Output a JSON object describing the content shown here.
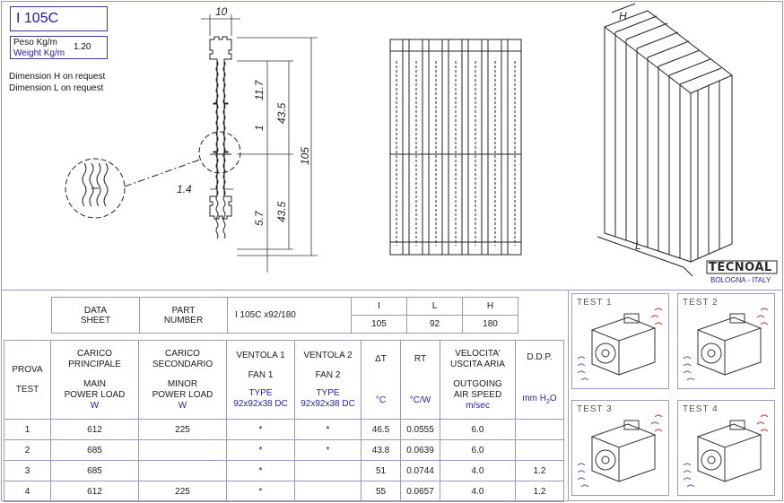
{
  "header": {
    "title": "I 105C",
    "weight_label_it": "Peso Kg/m",
    "weight_label_en": "Weight Kg/m",
    "weight_value": "1.20",
    "note_h": "Dimension H on request",
    "note_l": "Dimension L on request"
  },
  "dimensions": {
    "width": "10",
    "d1": "11.7",
    "d2": "43.5",
    "d3": "1",
    "total": "105",
    "d4": "1.4",
    "d5": "5.7",
    "d6": "43.5",
    "iso_h": "H",
    "iso_l": "L"
  },
  "brand": {
    "name": "TECNOAL",
    "location": "BOLOGNA - ITALY"
  },
  "data_sheet": {
    "label_it": "DATA",
    "label_en": "SHEET",
    "part_it": "PART",
    "part_en": "NUMBER",
    "part_value": "I 105C x92/180",
    "col_i": "I",
    "col_l": "L",
    "col_h": "H",
    "val_i": "105",
    "val_l": "92",
    "val_h": "180"
  },
  "table": {
    "headers": {
      "test": [
        "PROVA",
        "TEST"
      ],
      "main": [
        "CARICO",
        "PRINCIPALE",
        "MAIN",
        "POWER LOAD",
        "W"
      ],
      "minor": [
        "CARICO",
        "SECONDARIO",
        "MINOR",
        "POWER LOAD",
        "W"
      ],
      "fan1": [
        "VENTOLA 1",
        "FAN 1",
        "TYPE",
        "92x92x38 DC"
      ],
      "fan2": [
        "VENTOLA 2",
        "FAN 2",
        "TYPE",
        "92x92x38 DC"
      ],
      "dt": [
        "ΔT",
        "°C"
      ],
      "rt": [
        "RT",
        "°C/W"
      ],
      "speed": [
        "VELOCITA'",
        "USCITA ARIA",
        "OUTGOING",
        "AIR SPEED",
        "m/sec"
      ],
      "ddp": [
        "D.D.P.",
        "mm H",
        "2",
        "O"
      ]
    },
    "rows": [
      [
        "1",
        "612",
        "225",
        "*",
        "*",
        "46.5",
        "0.0555",
        "6.0",
        ""
      ],
      [
        "2",
        "685",
        "",
        "*",
        "*",
        "43.8",
        "0.0639",
        "6.0",
        ""
      ],
      [
        "3",
        "685",
        "",
        "*",
        "",
        "51",
        "0.0744",
        "4.0",
        "1.2"
      ],
      [
        "4",
        "612",
        "225",
        "*",
        "",
        "55",
        "0.0657",
        "4.0",
        "1.2"
      ]
    ]
  },
  "tests": [
    {
      "label": "TEST  1"
    },
    {
      "label": "TEST  2"
    },
    {
      "label": "TEST  3"
    },
    {
      "label": "TEST  4"
    }
  ]
}
